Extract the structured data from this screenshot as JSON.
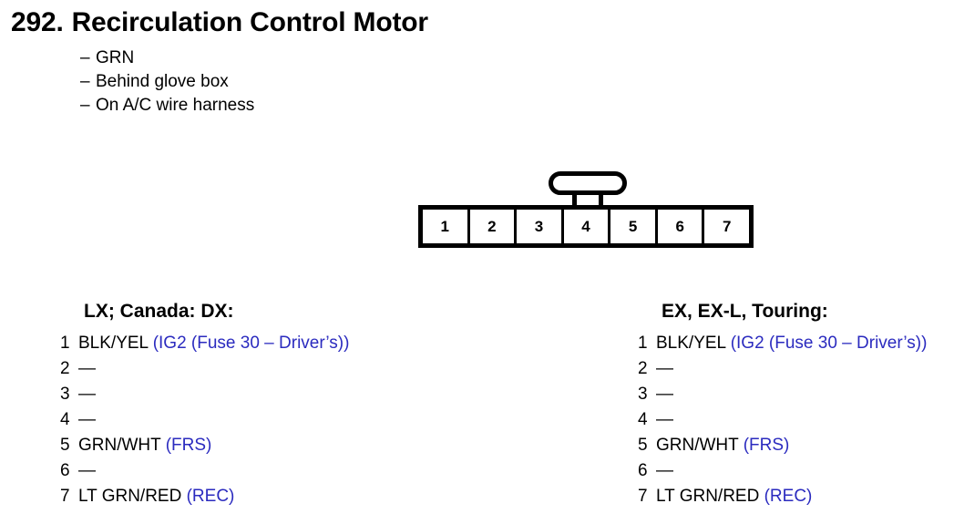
{
  "header": {
    "number": "292.",
    "title": "Recirculation Control Motor",
    "notes": [
      {
        "dash": "–",
        "text": "GRN"
      },
      {
        "dash": "–",
        "text": "Behind glove box"
      },
      {
        "dash": "–",
        "text": "On A/C wire harness"
      }
    ]
  },
  "connector": {
    "name": "7-cavity-connector",
    "cavities": [
      "1",
      "2",
      "3",
      "4",
      "5",
      "6",
      "7"
    ],
    "latch": "locking-tab",
    "latch_over_cavity": "4"
  },
  "colors": {
    "circuit_blue": "#2b2bbf",
    "ink_black": "#000000",
    "background": "#ffffff"
  },
  "columns": [
    {
      "heading": "LX; Canada: DX:",
      "pins": [
        {
          "num": "1",
          "wire": "BLK/YEL",
          "circuit": "(IG2 (Fuse 30 – Driver’s))"
        },
        {
          "num": "2",
          "wire": "—",
          "circuit": ""
        },
        {
          "num": "3",
          "wire": "—",
          "circuit": ""
        },
        {
          "num": "4",
          "wire": "—",
          "circuit": ""
        },
        {
          "num": "5",
          "wire": "GRN/WHT",
          "circuit": "(FRS)"
        },
        {
          "num": "6",
          "wire": "—",
          "circuit": ""
        },
        {
          "num": "7",
          "wire": "LT GRN/RED",
          "circuit": "(REC)"
        }
      ]
    },
    {
      "heading": "EX, EX-L, Touring:",
      "pins": [
        {
          "num": "1",
          "wire": "BLK/YEL",
          "circuit": "(IG2 (Fuse 30 – Driver’s))"
        },
        {
          "num": "2",
          "wire": "—",
          "circuit": ""
        },
        {
          "num": "3",
          "wire": "—",
          "circuit": ""
        },
        {
          "num": "4",
          "wire": "—",
          "circuit": ""
        },
        {
          "num": "5",
          "wire": "GRN/WHT",
          "circuit": "(FRS)"
        },
        {
          "num": "6",
          "wire": "—",
          "circuit": ""
        },
        {
          "num": "7",
          "wire": "LT GRN/RED",
          "circuit": "(REC)"
        }
      ]
    }
  ]
}
